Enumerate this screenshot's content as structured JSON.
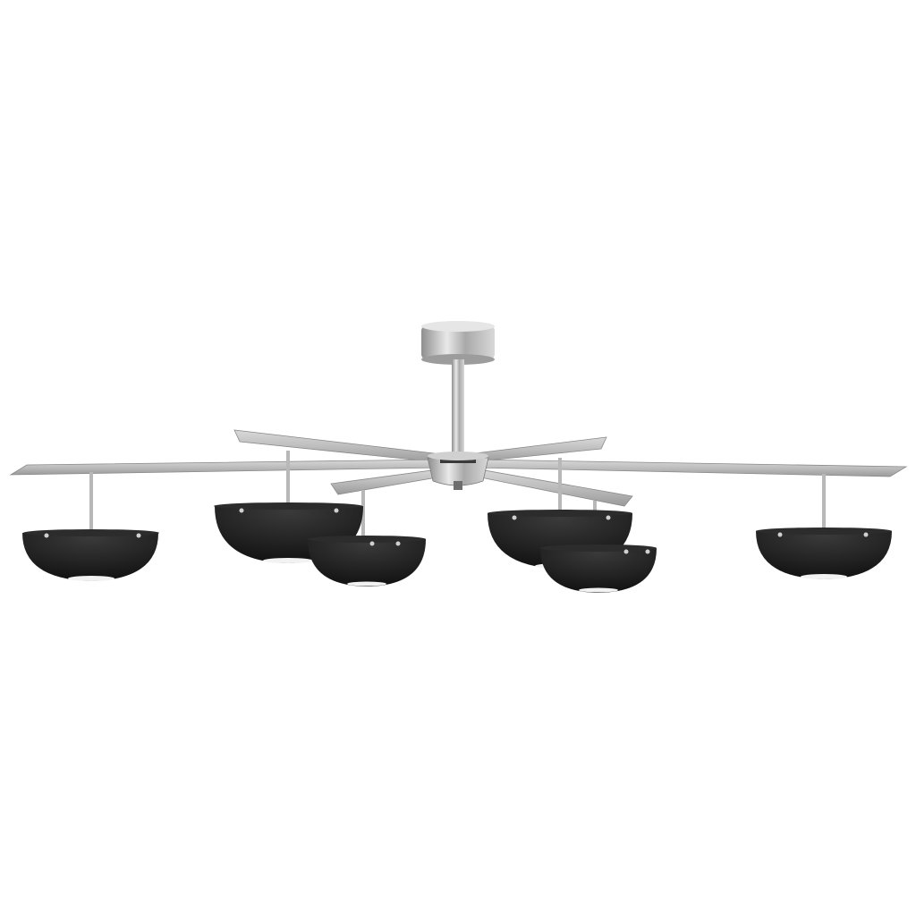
{
  "scene": {
    "subject": "chandelier-product-photo",
    "background_color": "#ffffff",
    "metal_finish_color": "#c9c9c9",
    "shade_color": "#1f1f1f",
    "light_glow_color": "#f2f2f2",
    "arm_count": 6,
    "shade_count": 6
  }
}
